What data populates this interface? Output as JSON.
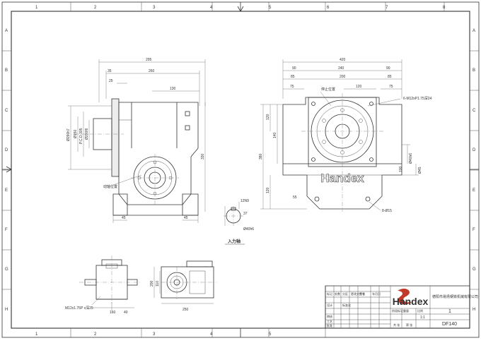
{
  "frame": {
    "cols": [
      "1",
      "2",
      "3",
      "4",
      "5",
      "6",
      "7",
      "8"
    ],
    "rows": [
      "A",
      "B",
      "C",
      "D",
      "E",
      "F",
      "G",
      "H"
    ]
  },
  "side_view": {
    "dims_top": [
      "295",
      "35",
      "260",
      "25",
      "130"
    ],
    "dims_left": [
      "Ø290h7",
      "Ø150",
      "P.C.D.305",
      "Ø200f6"
    ],
    "dim_right": "330",
    "dims_bottom": [
      "45",
      "45"
    ],
    "label": "动轴位置"
  },
  "front_view": {
    "dims_top": [
      "420",
      "90",
      "240",
      "90",
      "85",
      "200",
      "85",
      "75",
      "120",
      "75"
    ],
    "dims_left": [
      "120",
      "140",
      "380",
      "120"
    ],
    "dims_right": [
      "Ø40h6",
      "Ø45",
      "100"
    ],
    "label_stop": "停止位置",
    "label_holes": "6-M12xP1.75深24",
    "label_base": "8-Ø15",
    "dim_55": "55",
    "brand": "Handex"
  },
  "input_shaft": {
    "dims": [
      "12N9",
      "Ø40h6",
      "37"
    ],
    "label": "入力轴"
  },
  "bottom_views": {
    "left_label": "M12x1.75P x深25",
    "left_dims": [
      "160",
      "40"
    ],
    "right_dims": [
      "250",
      "200",
      "110"
    ]
  },
  "title_block": {
    "brand": "Handex",
    "company": "德阳市易扬钢铁机械有限公司",
    "qty_label": "1",
    "model": "DF140",
    "scale": "1:1",
    "small_texts": [
      "标记",
      "处数",
      "分区",
      "更改文件号",
      "签名",
      "年月日",
      "设计",
      "标准化",
      "阶段标记",
      "重量",
      "比例",
      "审核",
      "工艺",
      "批准",
      "共 张",
      "第 张"
    ]
  }
}
